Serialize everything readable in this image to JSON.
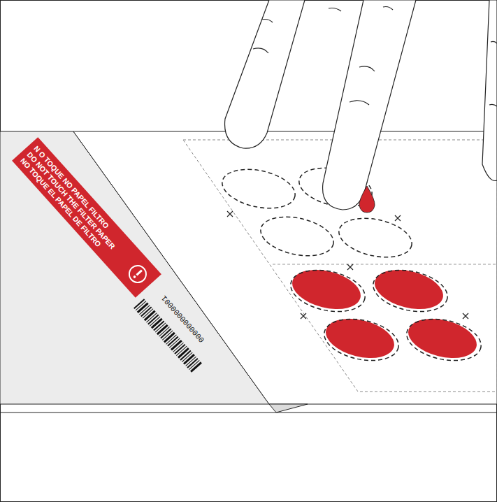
{
  "diagram": {
    "nodes": [
      {
        "text": [
          "N O TOQUE NO PAPEL FILTRO",
          "DO NOT TOUCH THE FILTER PAPER",
          "NO TOQUE EL PAPEL DE FILTRO"
        ]
      }
    ],
    "labels": [
      "0000000000001"
    ]
  }
}
